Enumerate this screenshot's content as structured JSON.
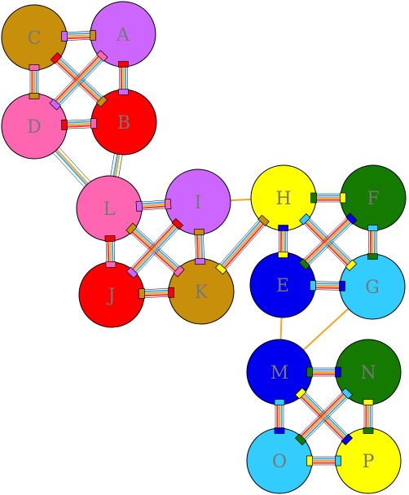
{
  "colors": {
    "gold": "#C8900A",
    "purple": "#CC66FF",
    "red": "#FF0000",
    "pink": "#FF66B2",
    "yellow": "#FFFF00",
    "green": "#157A00",
    "blue": "#0000EE",
    "cyan": "#33CCFF",
    "wire_orange": "#F5A623",
    "wire_blue": "#3FA9F5",
    "wire_red": "#FF3030"
  },
  "nodes": [
    {
      "id": "C",
      "label": "C",
      "color": "gold"
    },
    {
      "id": "A",
      "label": "A",
      "color": "purple"
    },
    {
      "id": "D",
      "label": "D",
      "color": "pink"
    },
    {
      "id": "B",
      "label": "B",
      "color": "red"
    },
    {
      "id": "L",
      "label": "L",
      "color": "pink"
    },
    {
      "id": "I",
      "label": "I",
      "color": "purple"
    },
    {
      "id": "J",
      "label": "J",
      "color": "red"
    },
    {
      "id": "K",
      "label": "K",
      "color": "gold"
    },
    {
      "id": "H",
      "label": "H",
      "color": "yellow"
    },
    {
      "id": "F",
      "label": "F",
      "color": "green"
    },
    {
      "id": "E",
      "label": "E",
      "color": "blue"
    },
    {
      "id": "G",
      "label": "G",
      "color": "cyan"
    },
    {
      "id": "M",
      "label": "M",
      "color": "blue"
    },
    {
      "id": "N",
      "label": "N",
      "color": "green"
    },
    {
      "id": "O",
      "label": "O",
      "color": "cyan"
    },
    {
      "id": "P",
      "label": "P",
      "color": "yellow"
    }
  ],
  "edges": [
    {
      "a": "C",
      "b": "A",
      "type": "triple"
    },
    {
      "a": "C",
      "b": "D",
      "type": "triple"
    },
    {
      "a": "C",
      "b": "B",
      "type": "triple"
    },
    {
      "a": "A",
      "b": "D",
      "type": "triple"
    },
    {
      "a": "A",
      "b": "B",
      "type": "triple"
    },
    {
      "a": "D",
      "b": "B",
      "type": "triple"
    },
    {
      "a": "D",
      "b": "L",
      "type": "double"
    },
    {
      "a": "B",
      "b": "L",
      "type": "double"
    },
    {
      "a": "L",
      "b": "I",
      "type": "triple"
    },
    {
      "a": "L",
      "b": "J",
      "type": "triple"
    },
    {
      "a": "L",
      "b": "K",
      "type": "triple"
    },
    {
      "a": "I",
      "b": "J",
      "type": "triple"
    },
    {
      "a": "I",
      "b": "K",
      "type": "triple"
    },
    {
      "a": "J",
      "b": "K",
      "type": "triple"
    },
    {
      "a": "I",
      "b": "H",
      "type": "single"
    },
    {
      "a": "K",
      "b": "H",
      "type": "triple"
    },
    {
      "a": "H",
      "b": "F",
      "type": "triple"
    },
    {
      "a": "H",
      "b": "E",
      "type": "triple"
    },
    {
      "a": "H",
      "b": "G",
      "type": "triple"
    },
    {
      "a": "F",
      "b": "E",
      "type": "triple"
    },
    {
      "a": "F",
      "b": "G",
      "type": "triple"
    },
    {
      "a": "E",
      "b": "G",
      "type": "triple"
    },
    {
      "a": "E",
      "b": "M",
      "type": "single"
    },
    {
      "a": "G",
      "b": "M",
      "type": "single"
    },
    {
      "a": "M",
      "b": "N",
      "type": "triple"
    },
    {
      "a": "M",
      "b": "O",
      "type": "triple"
    },
    {
      "a": "M",
      "b": "P",
      "type": "triple"
    },
    {
      "a": "N",
      "b": "O",
      "type": "triple"
    },
    {
      "a": "N",
      "b": "P",
      "type": "triple"
    },
    {
      "a": "O",
      "b": "P",
      "type": "triple"
    }
  ]
}
